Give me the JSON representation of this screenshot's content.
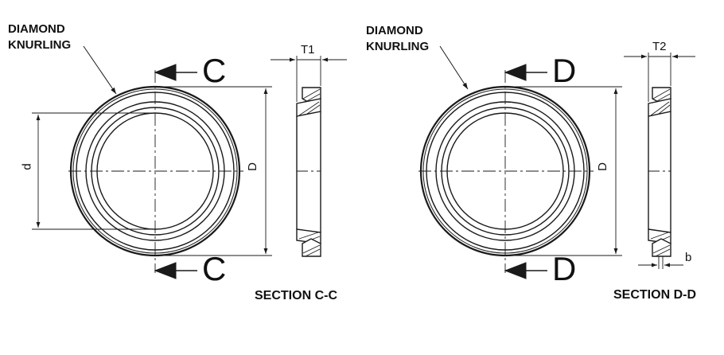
{
  "left": {
    "callout": [
      "DIAMOND",
      "KNURLING"
    ],
    "section_letter": "C",
    "section_title": "SECTION C-C",
    "dims": {
      "diameter_outer": "D",
      "diameter_inner": "d",
      "thickness": "T1"
    }
  },
  "right": {
    "callout": [
      "DIAMOND",
      "KNURLING"
    ],
    "section_letter": "D",
    "section_title": "SECTION D-D",
    "dims": {
      "diameter_outer": "D",
      "thickness": "T2",
      "width": "b"
    }
  },
  "colors": {
    "line": "#1a1a1a",
    "background": "#ffffff"
  }
}
